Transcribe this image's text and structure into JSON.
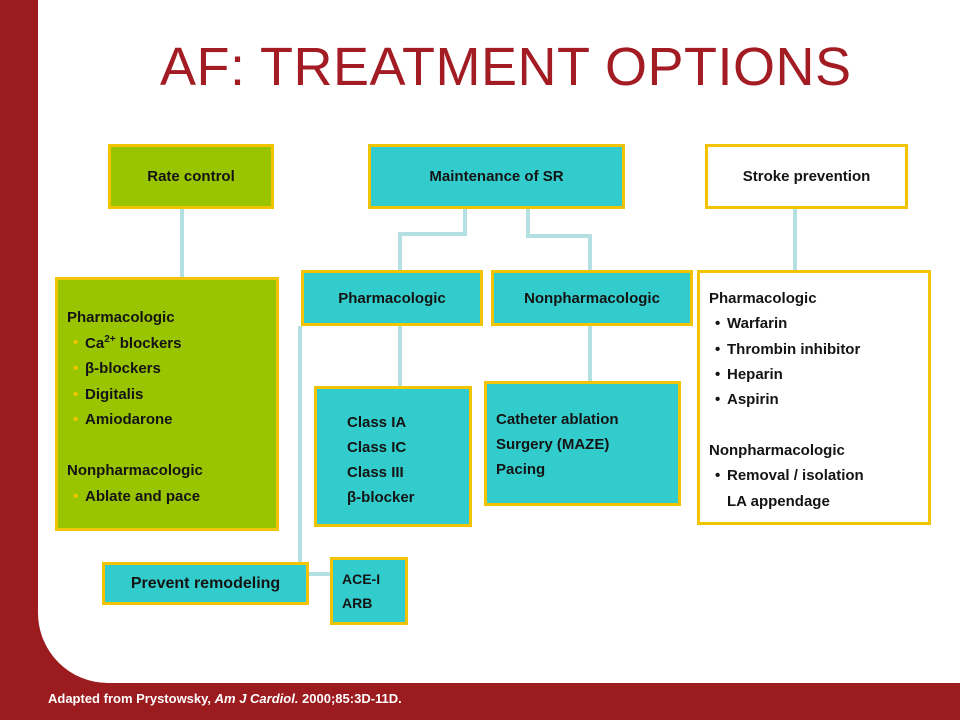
{
  "title": "AF: TREATMENT OPTIONS",
  "footer": {
    "prefix": "Adapted from Prystowsky, ",
    "journal": "Am J Cardiol.",
    "suffix": " 2000;85:3D-11D."
  },
  "colors": {
    "frame": "#9b1b1f",
    "title": "#a31c24",
    "green_box": "#99c400",
    "teal_box": "#33cccc",
    "box_border": "#f2c400",
    "connector": "#b4dfe3"
  },
  "headers": {
    "rate_control": "Rate control",
    "maintenance_sr": "Maintenance of SR",
    "stroke_prevention": "Stroke prevention"
  },
  "rate_box": {
    "pharm_heading": "Pharmacologic",
    "ca_prefix": "Ca",
    "ca_sup": "2+",
    "ca_suffix": " blockers",
    "beta_symbol": "β",
    "beta_suffix": "-blockers",
    "item_digitalis": "Digitalis",
    "item_amiodarone": "Amiodarone",
    "nonpharm_heading": "Nonpharmacologic",
    "item_ablate": "Ablate and pace"
  },
  "sr_pharm": {
    "header": "Pharmacologic",
    "items": [
      "Class IA",
      "Class IC",
      "Class III"
    ],
    "beta_symbol": "β",
    "beta_suffix": "-blocker"
  },
  "sr_nonpharm": {
    "header": "Nonpharmacologic",
    "items": [
      "Catheter ablation",
      "Surgery (MAZE)",
      "Pacing"
    ]
  },
  "stroke_box": {
    "pharm_heading": "Pharmacologic",
    "pharm_items": [
      "Warfarin",
      "Thrombin inhibitor",
      "Heparin",
      "Aspirin"
    ],
    "nonpharm_heading": "Nonpharmacologic",
    "nonpharm_line1": "Removal / isolation",
    "nonpharm_line2": "LA appendage"
  },
  "remodeling": {
    "label": "Prevent remodeling",
    "items": [
      "ACE-I",
      "ARB"
    ]
  },
  "bullet": "•"
}
